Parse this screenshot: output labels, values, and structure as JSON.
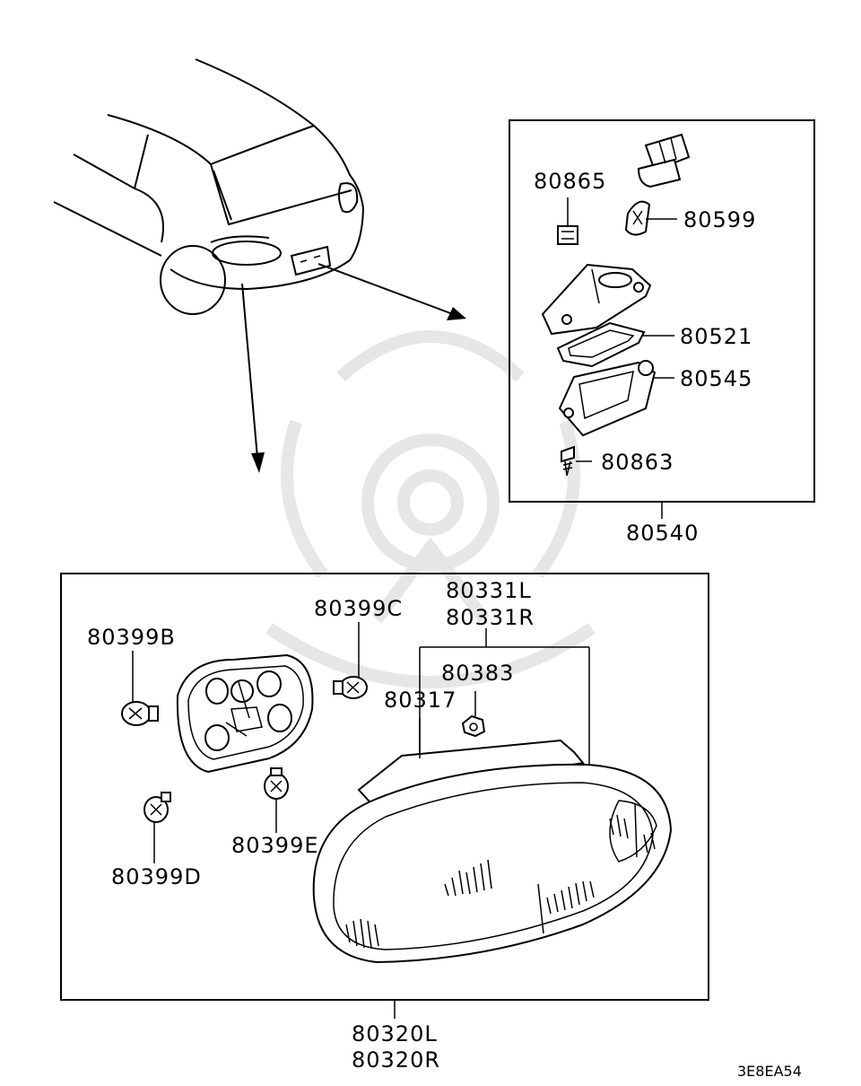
{
  "parts": {
    "p80865": "80865",
    "p80599": "80599",
    "p80521": "80521",
    "p80545": "80545",
    "p80863": "80863",
    "p80540": "80540",
    "p80331l": "80331L",
    "p80331r": "80331R",
    "p80399b": "80399B",
    "p80399c": "80399C",
    "p80383": "80383",
    "p80317": "80317",
    "p80399e": "80399E",
    "p80399d": "80399D",
    "p80320l": "80320L",
    "p80320r": "80320R"
  },
  "diagram_code": "3E8EA54"
}
